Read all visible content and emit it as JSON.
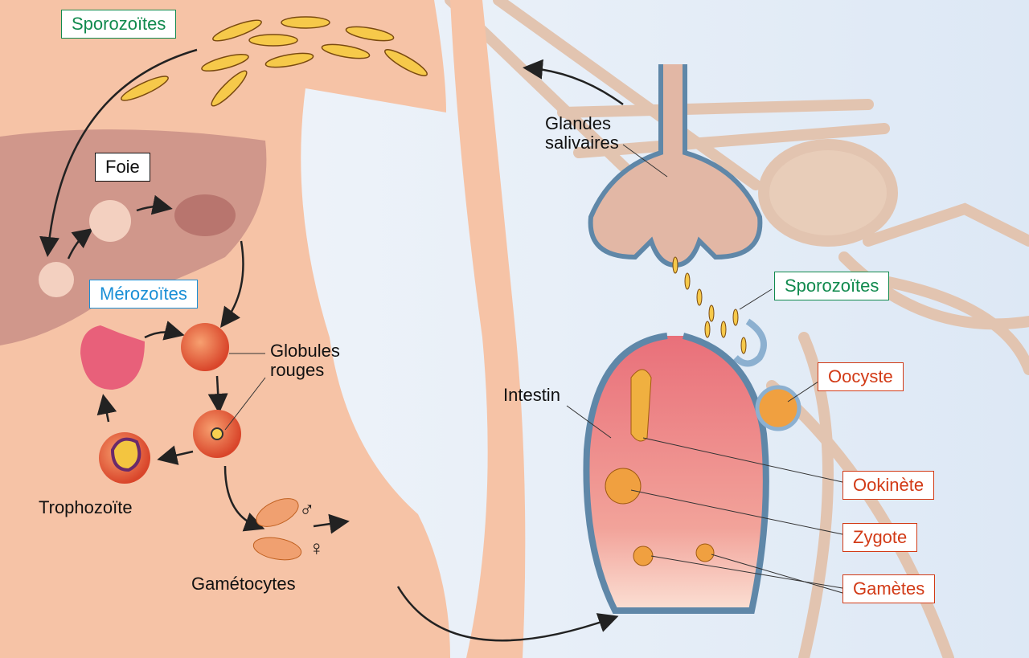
{
  "colors": {
    "body": "#f6c3a6",
    "liver": "#c98f86",
    "background": "#e6eef8",
    "mosquito": "#e2c4b0",
    "intestine": "#ee8a8a",
    "cell": "#e8913a"
  },
  "labels": {
    "sporozoites_top": "Sporozoïtes",
    "foie": "Foie",
    "merozoites": "Mérozoïtes",
    "globules_rouges": "Globules\nrouges",
    "trophozoite": "Trophozoïte",
    "gametocytes": "Gamétocytes",
    "male_symbol": "♂",
    "female_symbol": "♀",
    "glandes_salivaires": "Glandes\nsalivaires",
    "sporozoites_right": "Sporozoïtes",
    "intestin": "Intestin",
    "oocyste": "Oocyste",
    "ookinete": "Ookinète",
    "zygote": "Zygote",
    "gametes": "Gamètes"
  }
}
